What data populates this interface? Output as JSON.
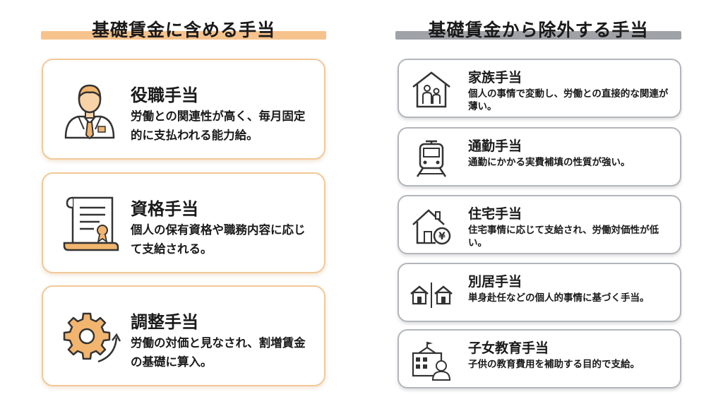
{
  "included": {
    "heading": "基礎賃金に含める手当",
    "items": [
      {
        "title": "役職手当",
        "description": "労働との関連性が高く、毎月固定的に支払われる能力給。",
        "icon": "businessman-icon"
      },
      {
        "title": "資格手当",
        "description": "個人の保有資格や職務内容に応じて支給される。",
        "icon": "certificate-scroll-icon"
      },
      {
        "title": "調整手当",
        "description": "労働の対価と見なされ、割増賃金の基礎に算入。",
        "icon": "gear-icon"
      }
    ]
  },
  "excluded": {
    "heading": "基礎賃金から除外する手当",
    "items": [
      {
        "title": "家族手当",
        "description": "個人の事情で変動し、労働との直接的な関連が薄い。",
        "icon": "family-house-icon"
      },
      {
        "title": "通勤手当",
        "description": "通勤にかかる実費補填の性質が強い。",
        "icon": "train-icon"
      },
      {
        "title": "住宅手当",
        "description": "住宅事情に応じて支給され、労働対価性が低い。",
        "icon": "house-yen-icon"
      },
      {
        "title": "別居手当",
        "description": "単身赴任などの個人的事情に基づく手当。",
        "icon": "two-houses-icon"
      },
      {
        "title": "子女教育手当",
        "description": "子供の教育費用を補助する目的で支給。",
        "icon": "school-child-icon"
      }
    ]
  },
  "colors": {
    "included_accent": "#f6c38c",
    "included_border": "#f3c898",
    "excluded_accent": "#9fa3a8",
    "excluded_border": "#b3b6bb",
    "icon_orange": "#f2b56f",
    "icon_dark": "#333333"
  }
}
